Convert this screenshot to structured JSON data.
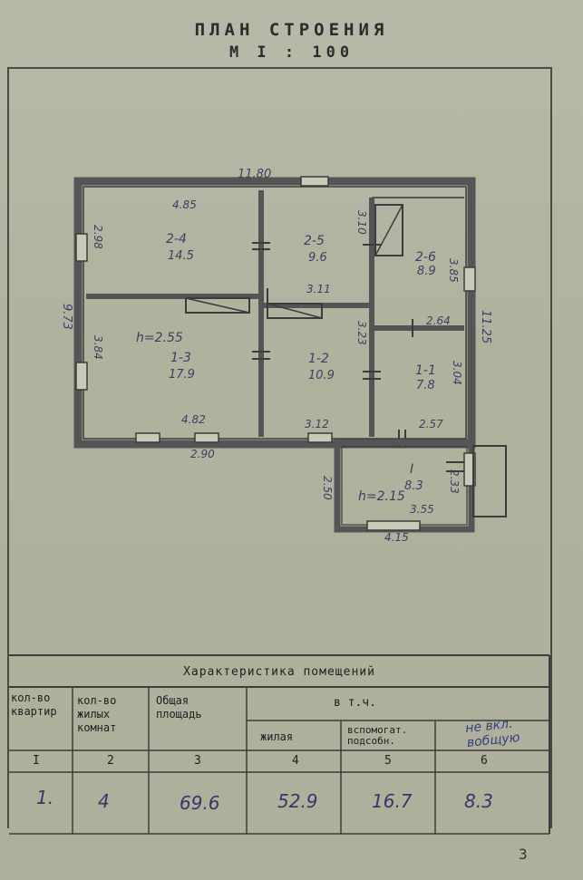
{
  "header": {
    "title": "ПЛАН СТРОЕНИЯ",
    "scale": "М I : 100"
  },
  "plan": {
    "overall_width": "11.80",
    "overall_height_left": "9.73",
    "overall_height_right": "11.25",
    "dims": {
      "d_485": "4.85",
      "d_298": "2.98",
      "d_310": "3.10",
      "d_311": "3.11",
      "d_323": "3.23",
      "d_385": "3.85",
      "d_264": "2.64",
      "d_384": "3.84",
      "d_304": "3.04",
      "d_482": "4.82",
      "d_312": "3.12",
      "d_257": "2.57",
      "d_290": "2.90",
      "d_250": "2.50",
      "d_233": "2.33",
      "d_355": "3.55",
      "d_415": "4.15"
    },
    "heights": {
      "main": "h=2.55",
      "annex": "h=2.15"
    },
    "rooms": [
      {
        "id": "2-4",
        "area": "14.5"
      },
      {
        "id": "2-5",
        "area": "9.6"
      },
      {
        "id": "2-6",
        "area": "8.9"
      },
      {
        "id": "1-3",
        "area": "17.9"
      },
      {
        "id": "1-2",
        "area": "10.9"
      },
      {
        "id": "1-1",
        "area": "7.8"
      },
      {
        "id": "I",
        "area": "8.3"
      }
    ]
  },
  "table": {
    "title": "Характеристика помещений",
    "headers": {
      "c1": [
        "кол-во",
        "квартир"
      ],
      "c2": [
        "кол-во",
        "жилых",
        "комнат"
      ],
      "c3": [
        "Общая",
        "площадь"
      ],
      "group": "в т.ч.",
      "c4": "жилая",
      "c5": [
        "вспомогат.",
        "подсобн."
      ],
      "c6_note": [
        "не вкл.",
        "вобщую"
      ]
    },
    "numbers": [
      "I",
      "2",
      "3",
      "4",
      "5",
      "6"
    ],
    "values": [
      "1.",
      "4",
      "69.6",
      "52.9",
      "16.7",
      "8.3"
    ]
  },
  "page_number": "3"
}
